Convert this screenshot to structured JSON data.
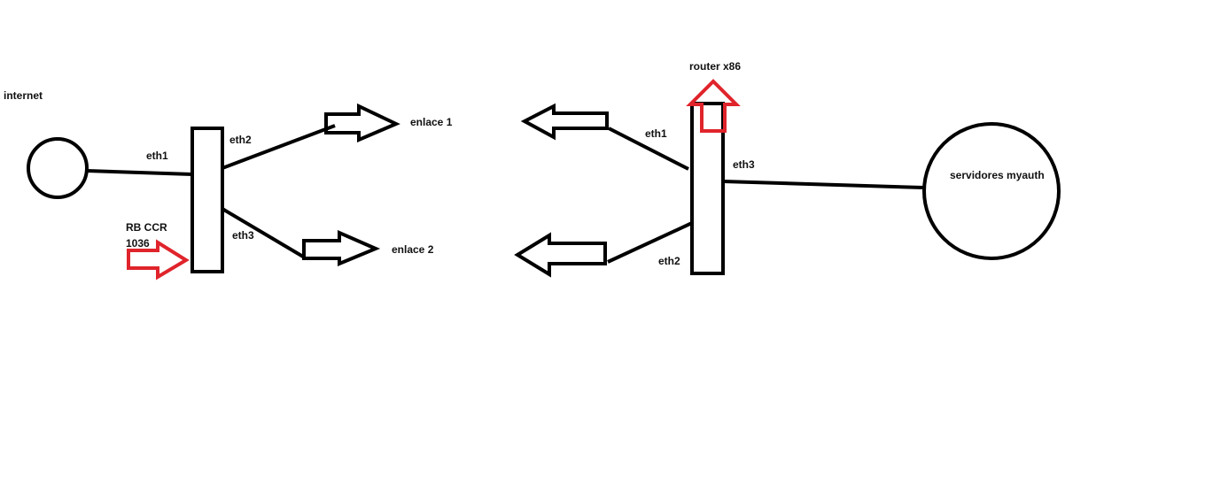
{
  "labels": {
    "internet": "internet",
    "rb_eth1": "eth1",
    "rb_eth2": "eth2",
    "rb_eth3": "eth3",
    "rb_name_line1": "RB CCR",
    "rb_name_line2": "1036",
    "enlace1": "enlace 1",
    "enlace2": "enlace 2",
    "router": "router x86",
    "router_eth1": "eth1",
    "router_eth2": "eth2",
    "router_eth3": "eth3",
    "servers": "servidores myauth"
  },
  "colors": {
    "line": "#000000",
    "highlight": "#e0242b"
  }
}
